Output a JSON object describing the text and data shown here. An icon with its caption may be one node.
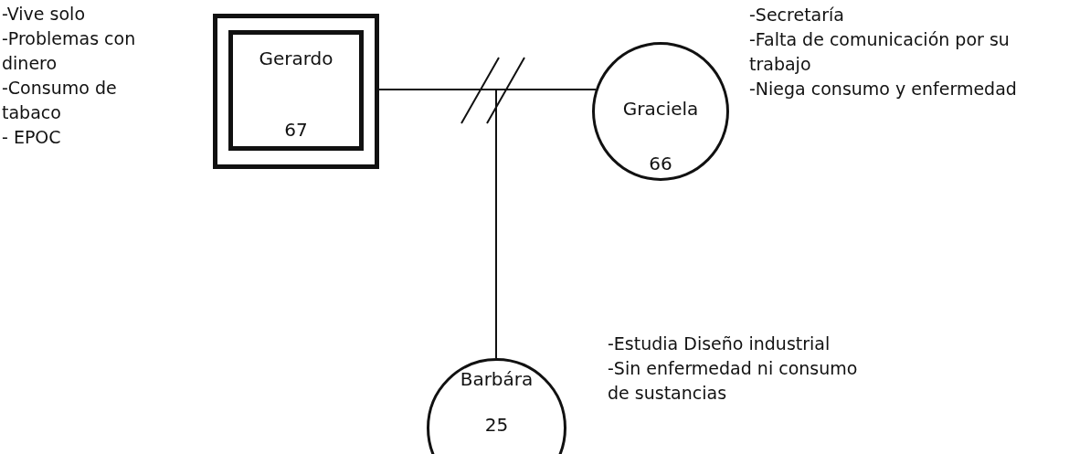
{
  "diagram": {
    "nodes": [
      {
        "text": [
          "Gerardo",
          "67"
        ],
        "beside": [
          "-Vive solo",
          "-Problemas con dinero",
          "-Consumo de tabaco",
          "- EPOC"
        ]
      },
      {
        "text": [
          "Graciela",
          "66"
        ],
        "beside": [
          "-Secretaría",
          "-Falta de comunicación por su trabajo",
          "-Niega consumo y enfermedad"
        ]
      },
      {
        "text": [
          "Barbára",
          "25"
        ],
        "beside": [
          "-Estudia Diseño industrial",
          "-Sin enfermedad ni consumo de sustancias"
        ]
      }
    ],
    "edges": [
      {
        "from": 0,
        "to": 1,
        "arrow": "none"
      },
      {
        "from": null,
        "to": 2,
        "arrow": "none"
      }
    ]
  }
}
